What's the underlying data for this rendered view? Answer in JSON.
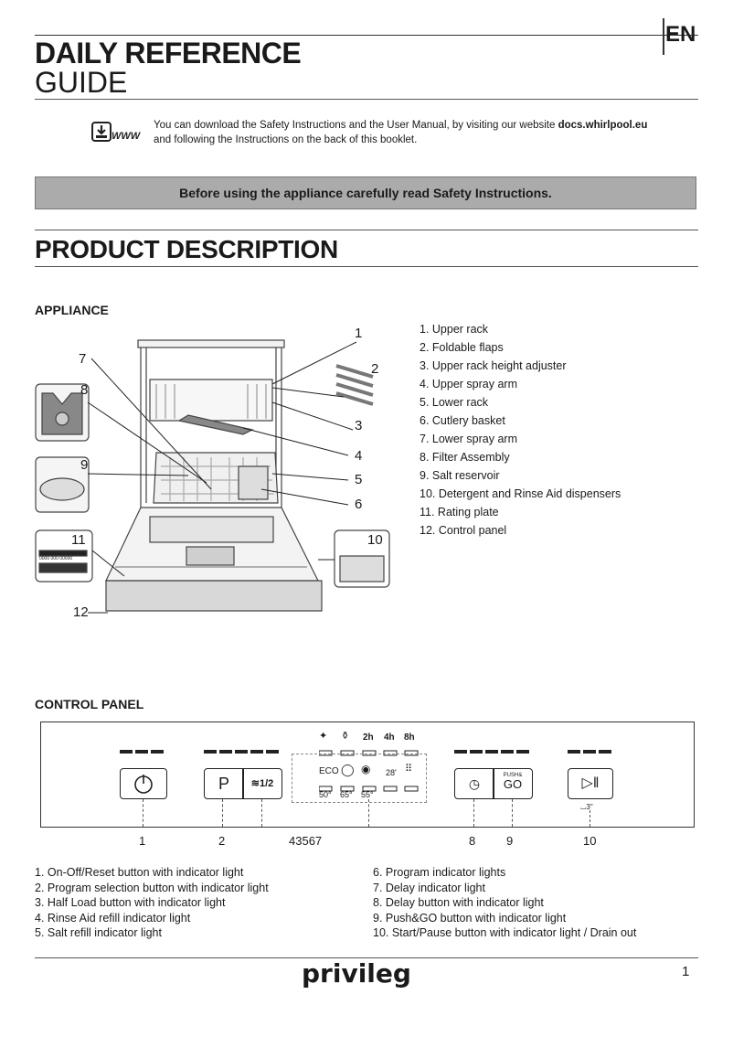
{
  "header": {
    "title_line1": "DAILY REFERENCE",
    "title_line2": "GUIDE",
    "language": "EN"
  },
  "download": {
    "icon": "download-www-icon",
    "icon_text": "WWW",
    "text_line1_prefix": "You can download the Safety Instructions and the User Manual, by visiting our website ",
    "website": "docs.whirlpool.eu",
    "text_line2": "and following the Instructions on the back of this booklet."
  },
  "banner": {
    "text": "Before using the appliance carefully read Safety Instructions."
  },
  "product_description": {
    "title": "PRODUCT  DESCRIPTION"
  },
  "appliance": {
    "heading": "APPLIANCE",
    "items": [
      "1. Upper rack",
      "2. Foldable flaps",
      "3. Upper rack height adjuster",
      "4. Upper spray arm",
      "5. Lower rack",
      "6. Cutlery basket",
      "7. Lower spray arm",
      "8. Filter Assembly",
      "9. Salt reservoir",
      "10. Detergent and Rinse Aid dispensers",
      "11. Rating plate",
      "12. Control panel"
    ],
    "callouts": [
      "1",
      "2",
      "3",
      "4",
      "5",
      "6",
      "7",
      "8",
      "9",
      "10",
      "11",
      "12"
    ],
    "rating_plate_code": "0000 000 00000"
  },
  "control_panel": {
    "heading": "CONTROL PANEL",
    "half_load_label": "1/2",
    "delay_hours": [
      "2h",
      "4h",
      "8h"
    ],
    "program_labels": [
      "ECO"
    ],
    "temps": [
      "50°",
      "65°",
      "55°"
    ],
    "program_28": "28'",
    "push_go_label": "PUSH&",
    "push_go_sub": "GO",
    "drain_label": "3\"",
    "callout_labels": [
      "1",
      "2",
      "43567",
      "8",
      "9",
      "10"
    ],
    "items_left": [
      "1. On-Off/Reset button with indicator light",
      "2. Program selection button with indicator light",
      "3. Half Load button with indicator light",
      "4. Rinse Aid refill indicator light",
      "5. Salt refill indicator light"
    ],
    "items_right": [
      "6. Program indicator lights",
      "7. Delay indicator light",
      "8. Delay button with indicator light",
      "9. Push&GO button with indicator light",
      "10. Start/Pause button with indicator light / Drain out"
    ]
  },
  "footer": {
    "brand": "privileg",
    "page_number": "1"
  }
}
